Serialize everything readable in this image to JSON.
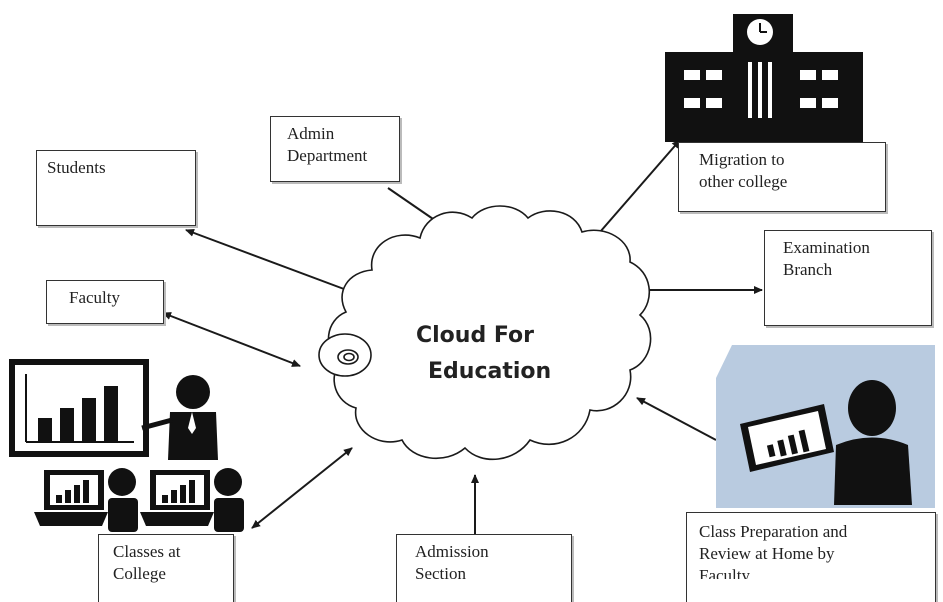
{
  "cloud": {
    "line1": "Cloud For",
    "line2": "Education"
  },
  "nodes": {
    "students": {
      "line1": "Students"
    },
    "admin": {
      "line1": "Admin",
      "line2": "Department"
    },
    "faculty": {
      "line1": "Faculty"
    },
    "migration": {
      "line1": "Migration to",
      "line2": "other college"
    },
    "examination": {
      "line1": "Examination",
      "line2": "Branch"
    },
    "classes": {
      "line1": "Classes at",
      "line2": "College"
    },
    "admission": {
      "line1": "Admission",
      "line2": "Section"
    },
    "home": {
      "line1": "Class Preparation and",
      "line2": "Review at Home by",
      "line3": "Faculty"
    }
  },
  "icons": [
    "school-building-icon",
    "classroom-presenter-icon",
    "laptop-student-icon",
    "home-teacher-icon"
  ],
  "colors": {
    "line": "#1a1a1a",
    "house": "#b9cbe0",
    "icon": "#111111"
  }
}
